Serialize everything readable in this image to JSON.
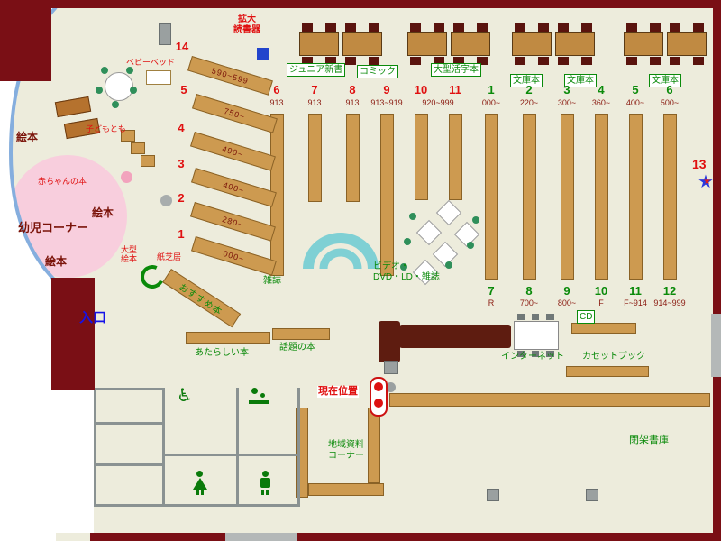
{
  "colors": {
    "wall_maroon": "#7a0f15",
    "shelf_tan": "#cd9a50",
    "green_text": "#0a8a0a",
    "red_text": "#e01010",
    "entrance_blue": "#1512e8",
    "baby_pink": "#f8cedd",
    "display_cyan": "#7fd0d4"
  },
  "top_area": {
    "magnifier_reader": "拡大\n読書器"
  },
  "kids_area": {
    "baby_bed": "ベビーベッド",
    "kodomo_tomo": "子どもとも",
    "ehon": "絵本",
    "akachan_no_hon": "赤ちゃんの本",
    "yoji_corner": "幼児コーナー",
    "ogata_ehon": "大型\n絵本",
    "kamishibai": "紙芝居",
    "osusume_bon": "おすすめ本"
  },
  "diagonal_shelves": [
    {
      "num": "14",
      "range": "590~599"
    },
    {
      "num": "5",
      "range": "750~"
    },
    {
      "num": "4",
      "range": "490~"
    },
    {
      "num": "3",
      "range": "400~"
    },
    {
      "num": "2",
      "range": "280~"
    },
    {
      "num": "1",
      "range": "000~"
    }
  ],
  "genre_boxes": [
    "ジュニア新書",
    "コミック",
    "大型活字本",
    "文庫本",
    "文庫本",
    "文庫本"
  ],
  "left_stacks_top": [
    {
      "num": "6",
      "range": "913"
    },
    {
      "num": "7",
      "range": "913"
    },
    {
      "num": "8",
      "range": "913"
    },
    {
      "num": "9",
      "range": "913~919"
    },
    {
      "num": "10",
      "range": "920~999"
    },
    {
      "num": "11",
      "range": ""
    }
  ],
  "right_stacks_top": [
    {
      "num": "1",
      "range": "000~"
    },
    {
      "num": "2",
      "range": "220~"
    },
    {
      "num": "3",
      "range": "300~"
    },
    {
      "num": "4",
      "range": "360~"
    },
    {
      "num": "5",
      "range": "400~"
    },
    {
      "num": "6",
      "range": "500~"
    }
  ],
  "right_stacks_bottom": [
    {
      "num": "7",
      "range": "R"
    },
    {
      "num": "8",
      "range": "700~"
    },
    {
      "num": "9",
      "range": "800~"
    },
    {
      "num": "10",
      "range": "F"
    },
    {
      "num": "11",
      "range": "F~914"
    },
    {
      "num": "12",
      "range": "914~999"
    }
  ],
  "stack13": "13",
  "center": {
    "zasshi": "雑誌",
    "video_corner": "ビデオ・\nDVD・LD・雑誌"
  },
  "south": {
    "entrance": "入口",
    "atarashii_hon": "あたらしい本",
    "wadai_no_hon": "話題の本",
    "genzai_ichi": "現在位置",
    "cd": "CD",
    "internet": "インターネット",
    "cassette_book": "カセットブック",
    "chiiki_shiryo": "地域資料\nコーナー",
    "heika_shoko": "閉架書庫"
  }
}
